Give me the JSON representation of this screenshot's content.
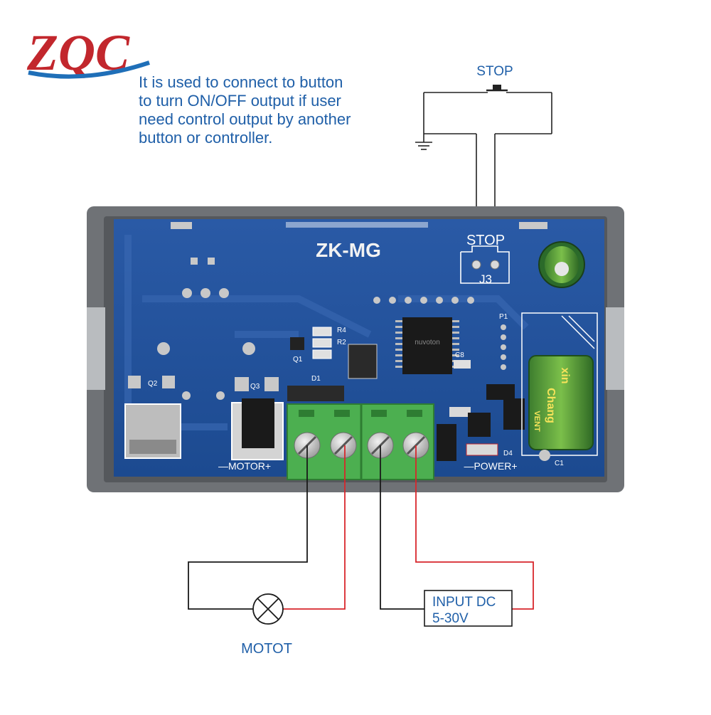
{
  "logo": {
    "text": "ZQC",
    "red": "#c2272d",
    "blue": "#1f6fb8"
  },
  "note": {
    "lines": [
      "It is used to connect to button",
      "to turn ON/OFF output if user",
      "need control output by another",
      "button or controller."
    ]
  },
  "stop_switch_label": "STOP",
  "board": {
    "model": "ZK-MG",
    "j3_label": "STOP",
    "j3_ref": "J3",
    "motor_label": "—MOTOR+",
    "power_label": "—POWER+",
    "refs": {
      "r4": "R4",
      "r2": "R2",
      "q1": "Q1",
      "d1": "D1",
      "q2": "Q2",
      "q3": "Q3",
      "p1": "P1",
      "c8": "C8",
      "d4": "D4",
      "c1": "C1"
    },
    "capacitor_text": [
      "xin",
      "Chang",
      "VENT"
    ],
    "chip_text": "nuvoton"
  },
  "load_label": "MOTOT",
  "input_box": {
    "line1": "INPUT DC",
    "line2": "5-30V"
  },
  "colors": {
    "board": "#1f4f98",
    "case": "#6f7276",
    "terminal": "#4caf50",
    "wire_black": "#1a1a1a",
    "wire_red": "#d8262b",
    "text_blue": "#1f5fa8"
  }
}
